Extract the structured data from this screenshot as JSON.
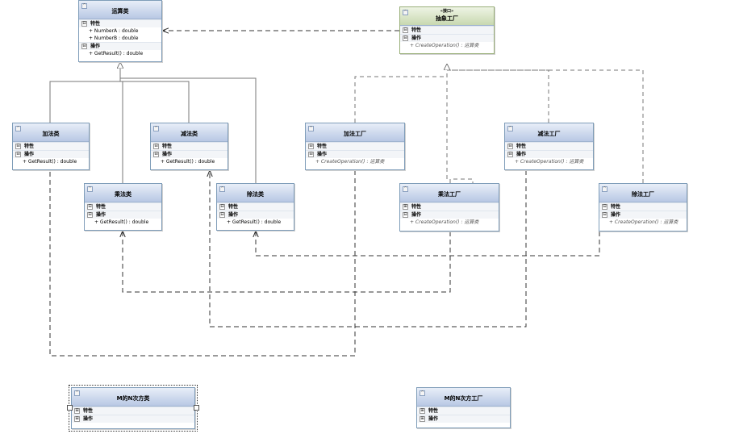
{
  "diagram": {
    "attributes_label": "特性",
    "operations_label": "操作",
    "stereotype": "«接口»",
    "expand_glyph": "⊟",
    "collapse_glyph": "⊞",
    "classes": {
      "base": {
        "name": "运算类",
        "attrs": [
          "+ NumberA : double",
          "+ NumberB : double"
        ],
        "ops": [
          "+ GetResult() : double"
        ]
      },
      "ifactory": {
        "name": "抽象工厂",
        "ops": [
          "+ CreateOperation() : 运算类"
        ]
      },
      "add": {
        "name": "加法类",
        "ops": [
          "+ GetResult() : double"
        ]
      },
      "sub": {
        "name": "减法类",
        "ops": [
          "+ GetResult() : double"
        ]
      },
      "mul": {
        "name": "乘法类",
        "ops": [
          "+ GetResult() : double"
        ]
      },
      "div": {
        "name": "除法类",
        "ops": [
          "+ GetResult() : double"
        ]
      },
      "addf": {
        "name": "加法工厂",
        "ops": [
          "+ CreateOperation() : 运算类"
        ]
      },
      "mulf": {
        "name": "乘法工厂",
        "ops": [
          "+ CreateOperation() : 运算类"
        ]
      },
      "subf": {
        "name": "减法工厂",
        "ops": [
          "+ CreateOperation() : 运算类"
        ]
      },
      "divf": {
        "name": "除法工厂",
        "ops": [
          "+ CreateOperation() : 运算类"
        ]
      },
      "pow": {
        "name": "M的N次方类"
      },
      "powf": {
        "name": "M的N次方工厂"
      }
    }
  }
}
